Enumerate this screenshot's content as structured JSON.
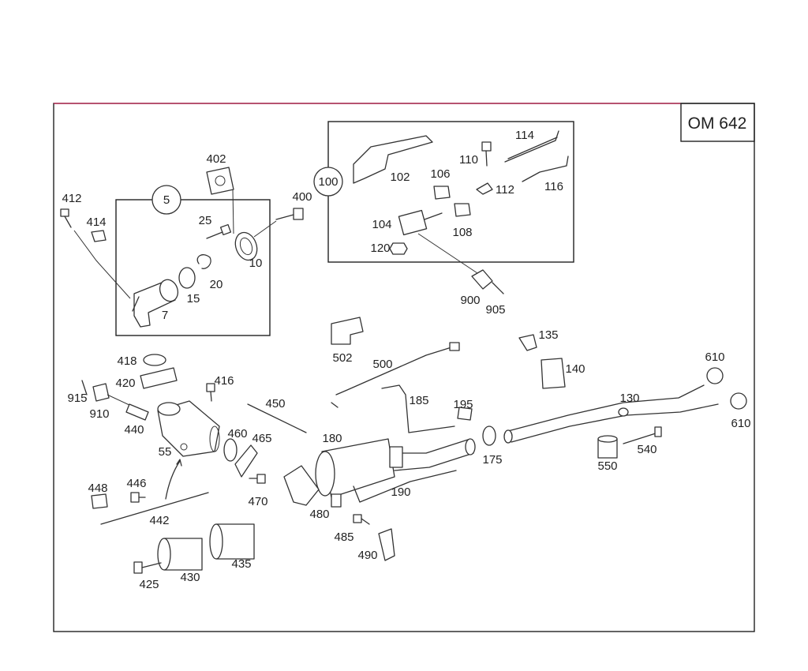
{
  "engine_label": "OM 642",
  "groups": {
    "g5": "5",
    "g100": "100"
  },
  "labels": {
    "l412": "412",
    "l414": "414",
    "l402": "402",
    "l400": "400",
    "l25": "25",
    "l10": "10",
    "l20": "20",
    "l15": "15",
    "l7": "7",
    "l102": "102",
    "l106": "106",
    "l110": "110",
    "l114": "114",
    "l112": "112",
    "l116": "116",
    "l104": "104",
    "l108": "108",
    "l120": "120",
    "l900": "900",
    "l905": "905",
    "l502": "502",
    "l500": "500",
    "l135": "135",
    "l140": "140",
    "l610a": "610",
    "l418": "418",
    "l420": "420",
    "l416": "416",
    "l915": "915",
    "l910": "910",
    "l450": "450",
    "l440": "440",
    "l460": "460",
    "l465": "465",
    "l55": "55",
    "l185": "185",
    "l195": "195",
    "l130": "130",
    "l610b": "610",
    "l180": "180",
    "l175": "175",
    "l540": "540",
    "l550": "550",
    "l448": "448",
    "l446": "446",
    "l470": "470",
    "l190": "190",
    "l442": "442",
    "l480": "480",
    "l485": "485",
    "l490": "490",
    "l435": "435",
    "l425": "425",
    "l430": "430"
  }
}
